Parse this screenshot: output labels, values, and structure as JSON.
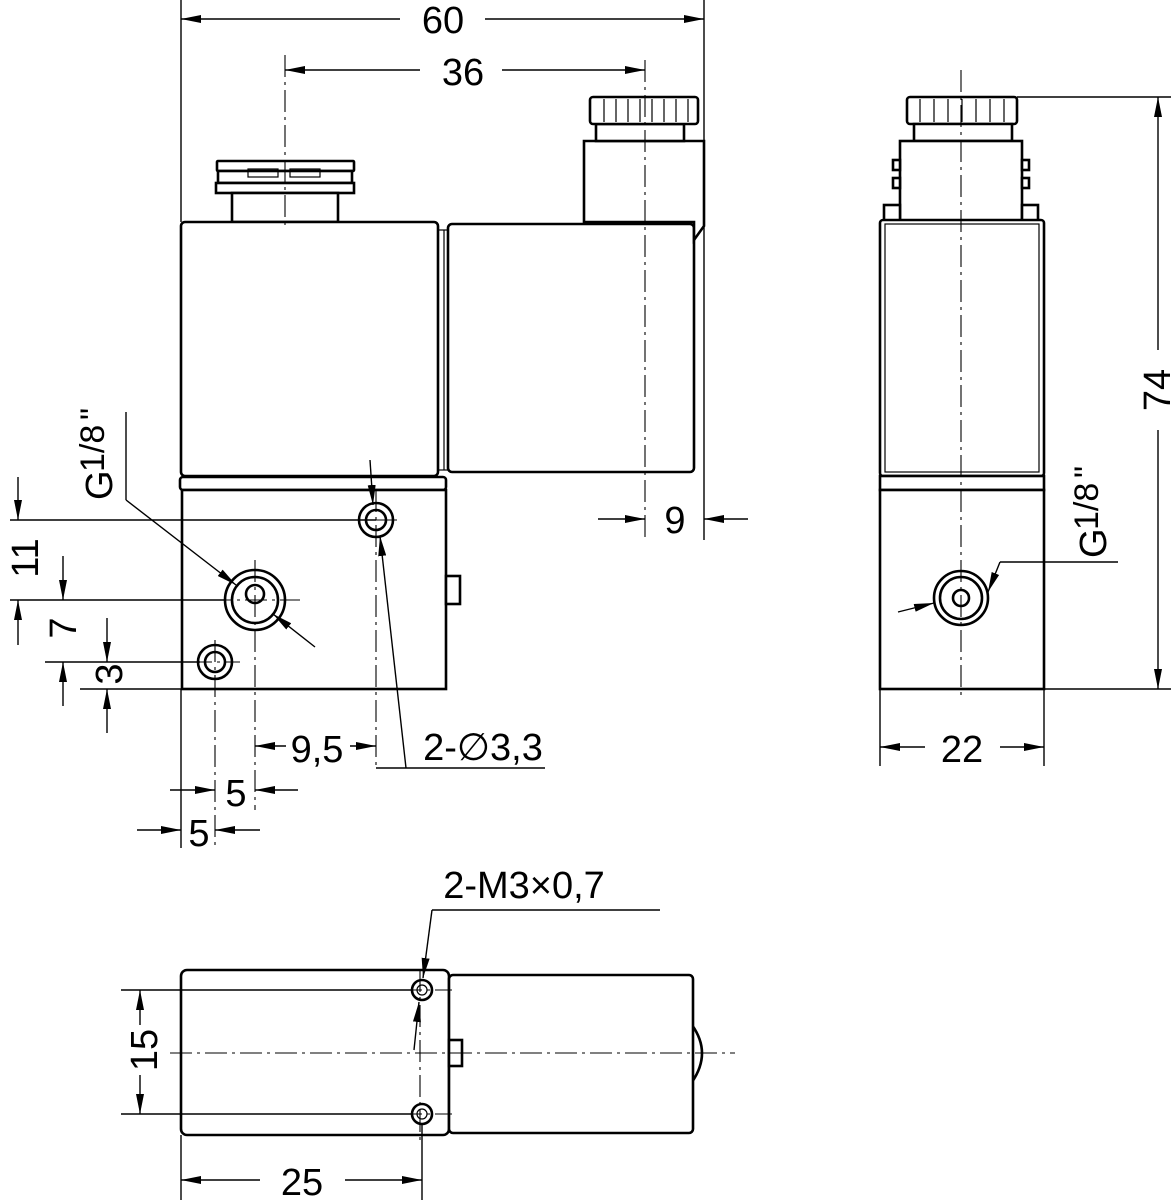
{
  "dimensions": {
    "overall_width": "60",
    "connector_offset": "36",
    "coil_overhang": "9",
    "height_port_upper": "11",
    "height_port_main": "7",
    "height_port_lower": "3",
    "port_x_offset": "9,5",
    "hole_x_offset": "5",
    "edge_offset": "5",
    "overall_height": "74",
    "side_width": "22",
    "bottom_depth": "15",
    "bottom_length": "25"
  },
  "annotations": {
    "thread_g": "G",
    "thread_fraction": "1/8",
    "thread_inch": "\"",
    "through_holes": "2-∅3,3",
    "mount_threads": "2-M3×0,7"
  }
}
